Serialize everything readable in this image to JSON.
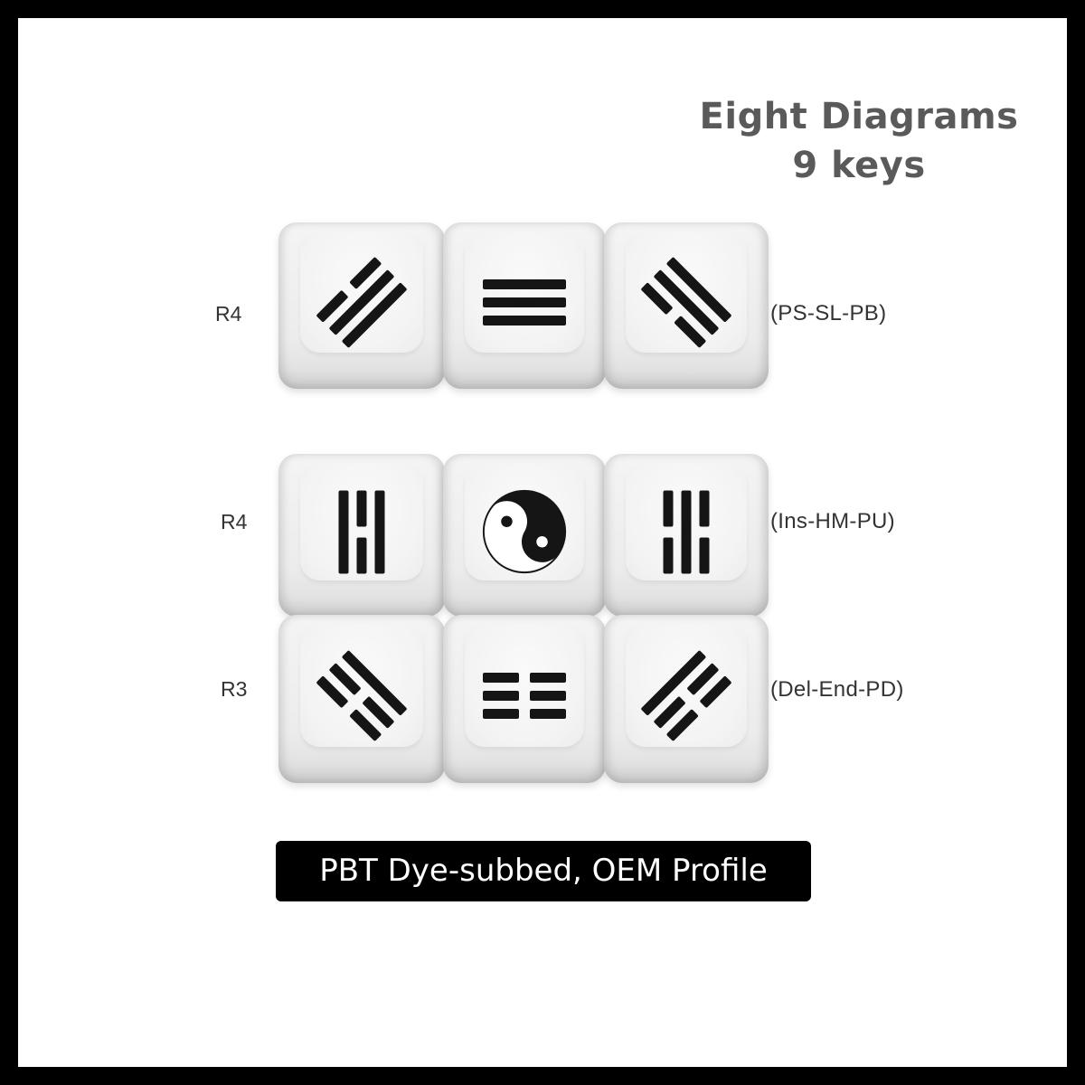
{
  "title": {
    "line1": "Eight Diagrams",
    "line2": "9 keys"
  },
  "rows": [
    {
      "row_label": "R4",
      "keys_label": "(PS-SL-PB)",
      "keys": [
        {
          "icon": "trigram-icon",
          "lines": [
            0,
            1,
            1
          ],
          "rotation": -45
        },
        {
          "icon": "trigram-icon",
          "lines": [
            1,
            1,
            1
          ],
          "rotation": 0
        },
        {
          "icon": "trigram-icon",
          "lines": [
            1,
            1,
            0
          ],
          "rotation": 45
        }
      ]
    },
    {
      "row_label": "R4",
      "keys_label": "(Ins-HM-PU)",
      "keys": [
        {
          "icon": "trigram-icon",
          "lines": [
            1,
            0,
            1
          ],
          "rotation": 90
        },
        {
          "icon": "yin-yang-icon"
        },
        {
          "icon": "trigram-icon",
          "lines": [
            0,
            1,
            0
          ],
          "rotation": 90
        }
      ]
    },
    {
      "row_label": "R3",
      "keys_label": "(Del-End-PD)",
      "keys": [
        {
          "icon": "trigram-icon",
          "lines": [
            1,
            0,
            0
          ],
          "rotation": 45
        },
        {
          "icon": "trigram-icon",
          "lines": [
            0,
            0,
            0
          ],
          "rotation": 0
        },
        {
          "icon": "trigram-icon",
          "lines": [
            1,
            0,
            0
          ],
          "rotation": -45
        }
      ]
    }
  ],
  "banner": {
    "text": "PBT Dye-subbed, OEM Profile"
  },
  "colors": {
    "frame": "#000000",
    "title": "#5a5a5a",
    "glyph": "#151515",
    "banner_bg": "#000000",
    "banner_text": "#ffffff"
  }
}
